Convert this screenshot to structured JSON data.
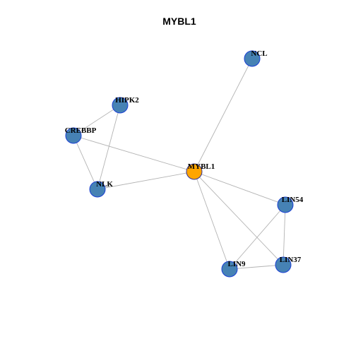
{
  "title": "MYBL1",
  "colors": {
    "center_node": "#FFA500",
    "node_fill": "#4682B4",
    "node_stroke": "#1A3FD4",
    "center_stroke": "#333399",
    "edge": "#B3B3B3",
    "label": "#000000"
  },
  "graph": {
    "center": "MYBL1",
    "nodes": [
      {
        "id": "MYBL1",
        "label": "MYBL1"
      },
      {
        "id": "NCL",
        "label": "NCL"
      },
      {
        "id": "HIPK2",
        "label": "HIPK2"
      },
      {
        "id": "CREBBP",
        "label": "CREBBP"
      },
      {
        "id": "NLK",
        "label": "NLK"
      },
      {
        "id": "LIN54",
        "label": "LIN54"
      },
      {
        "id": "LIN37",
        "label": "LIN37"
      },
      {
        "id": "LIN9",
        "label": "LIN9"
      }
    ],
    "edges": [
      [
        "MYBL1",
        "NCL"
      ],
      [
        "MYBL1",
        "CREBBP"
      ],
      [
        "MYBL1",
        "NLK"
      ],
      [
        "MYBL1",
        "LIN54"
      ],
      [
        "MYBL1",
        "LIN37"
      ],
      [
        "MYBL1",
        "LIN9"
      ],
      [
        "HIPK2",
        "CREBBP"
      ],
      [
        "HIPK2",
        "NLK"
      ],
      [
        "CREBBP",
        "NLK"
      ],
      [
        "LIN54",
        "LIN37"
      ],
      [
        "LIN54",
        "LIN9"
      ],
      [
        "LIN37",
        "LIN9"
      ]
    ]
  }
}
